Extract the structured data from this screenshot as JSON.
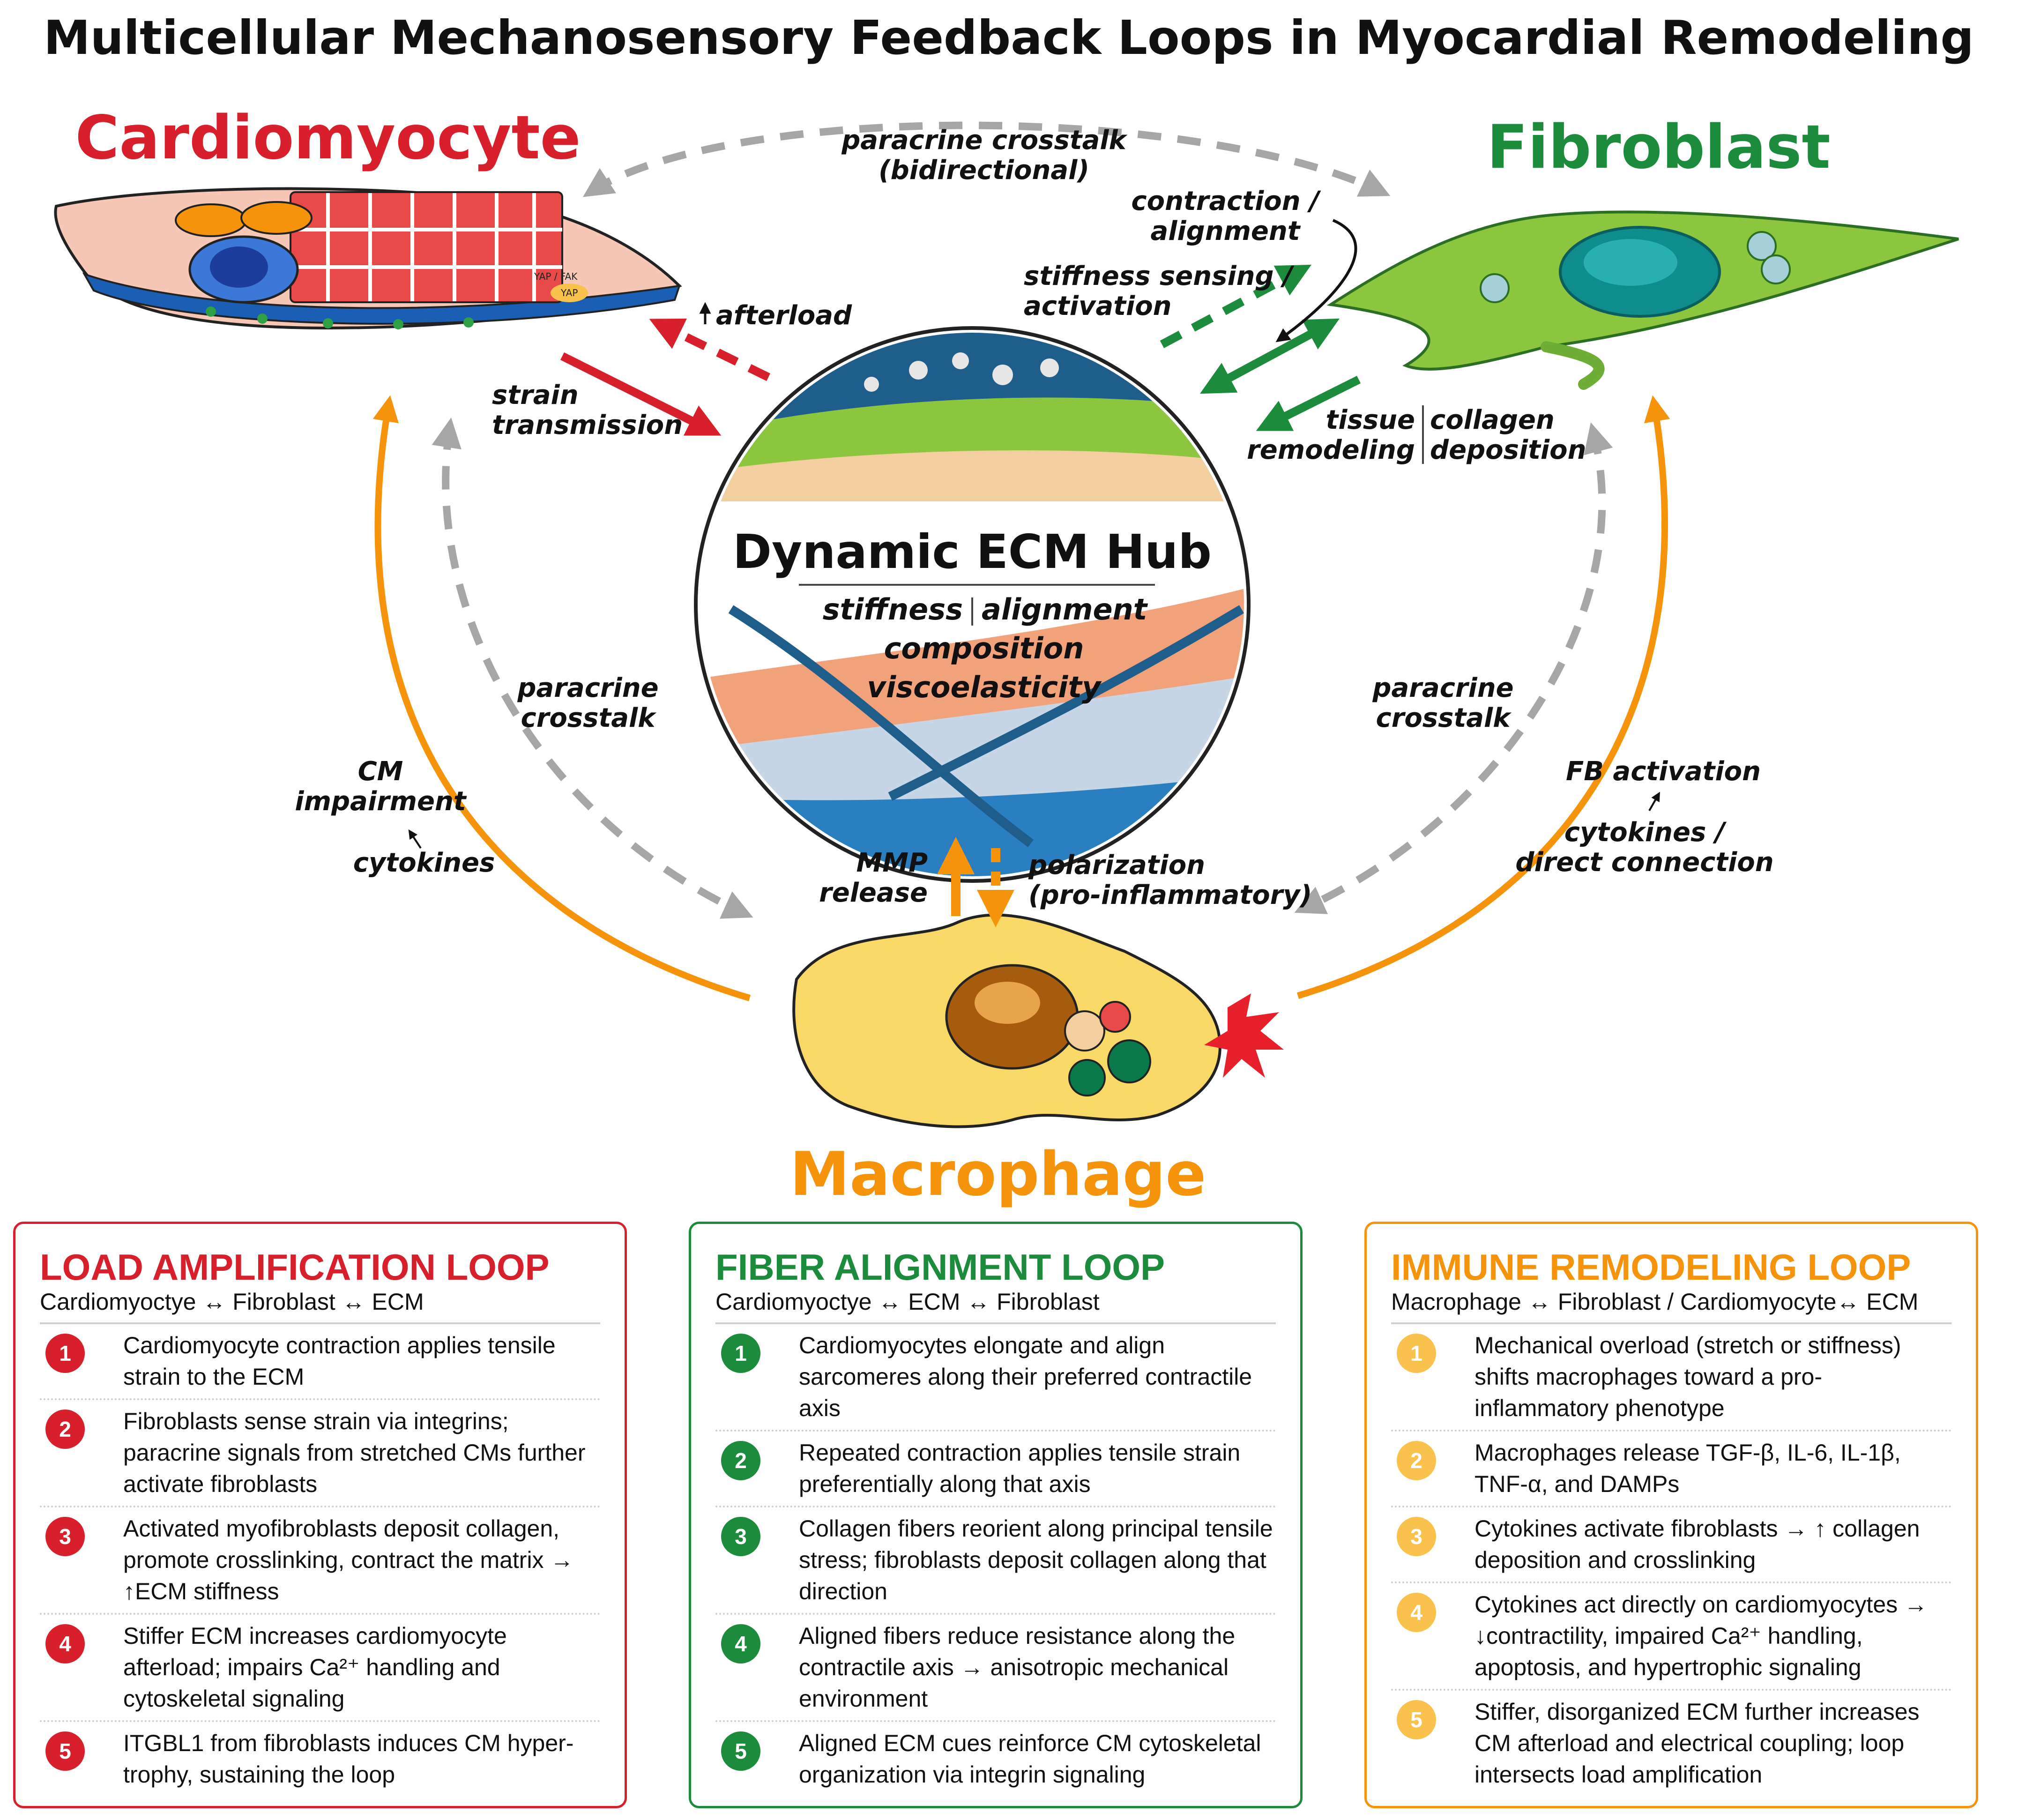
{
  "title": "Multicellular Mechanosensory Feedback Loops in Myocardial Remodeling",
  "colors": {
    "cardiomyocyte": "#d7202c",
    "fibroblast": "#1c8c3c",
    "macrophage": "#f5930a",
    "macrophage_light": "#f8c24d",
    "paracrine": "#a6a6a6"
  },
  "cells": {
    "cardiomyocyte": {
      "label": "Cardiomyocyte",
      "yap_label": "YAP / FAK",
      "yap_tag": "YAP"
    },
    "fibroblast": {
      "label": "Fibroblast"
    },
    "macrophage": {
      "label": "Macrophage"
    }
  },
  "hub": {
    "title": "Dynamic ECM Hub",
    "line1_left": "stiffness",
    "line1_right": "alignment",
    "line2": "composition",
    "line3": "viscoelasticity"
  },
  "labels": {
    "paracrine_top_1": "paracrine crosstalk",
    "paracrine_top_2": "(bidirectional)",
    "contraction_1": "contraction /",
    "contraction_2": "alignment",
    "stiffness_1": "stiffness sensing /",
    "stiffness_2": "activation",
    "afterload": "afterload",
    "strain_1": "strain",
    "strain_2": "transmission",
    "tissue_1": "tissue",
    "tissue_2": "remodeling",
    "collagen_1": "collagen",
    "collagen_2": "deposition",
    "paracrine_left_1": "paracrine",
    "paracrine_left_2": "crosstalk",
    "paracrine_right_1": "paracrine",
    "paracrine_right_2": "crosstalk",
    "cm_impairment_1": "CM",
    "cm_impairment_2": "impairment",
    "cytokines_left": "cytokines",
    "fb_activation": "FB activation",
    "cytokines_right_1": "cytokines /",
    "cytokines_right_2": "direct connection",
    "mmp_1": "MMP",
    "mmp_2": "release",
    "polarization_1": "polarization",
    "polarization_2": "(pro-inflammatory)"
  },
  "panels": [
    {
      "title": "LOAD AMPLIFICATION LOOP",
      "subtitle": "Cardiomyoctye ↔ Fibroblast ↔ ECM",
      "color": "#d7202c",
      "steps": [
        {
          "num": "1",
          "text": "Cardiomyocyte contraction applies tensile strain to the ECM"
        },
        {
          "num": "2",
          "text": "Fibroblasts sense strain via integrins; paracrine signals from stretched CMs further activate fibroblasts"
        },
        {
          "num": "3",
          "text": "Activated myofibroblasts deposit collagen, promote crosslinking, contract the matrix → ↑ECM stiffness"
        },
        {
          "num": "4",
          "text": "Stiffer ECM increases cardiomyocyte afterload; impairs Ca²⁺ handling and cytoskeletal signaling"
        },
        {
          "num": "5",
          "text": "ITGBL1 from fibroblasts induces CM hyper-trophy, sustaining the loop"
        }
      ]
    },
    {
      "title": "FIBER ALIGNMENT LOOP",
      "subtitle": "Cardiomyoctye ↔ ECM ↔ Fibroblast",
      "color": "#1c8c3c",
      "steps": [
        {
          "num": "1",
          "text": "Cardiomyocytes elongate and align sarcomeres along their preferred contractile axis"
        },
        {
          "num": "2",
          "text": "Repeated contraction applies tensile strain preferentially along that axis"
        },
        {
          "num": "3",
          "text": "Collagen fibers reorient along principal tensile stress; fibroblasts deposit collagen along that direction"
        },
        {
          "num": "4",
          "text": "Aligned fibers reduce resistance along the contractile axis → anisotropic mechanical environment"
        },
        {
          "num": "5",
          "text": "Aligned ECM cues reinforce CM cytoskeletal organization via integrin signaling"
        }
      ]
    },
    {
      "title": "IMMUNE REMODELING LOOP",
      "subtitle": "Macrophage ↔ Fibroblast / Cardiomyocyte↔ ECM",
      "color": "#f5930a",
      "badge_color": "#f8c24d",
      "steps": [
        {
          "num": "1",
          "text": "Mechanical overload (stretch or stiffness) shifts macrophages toward a pro-inflammatory phenotype"
        },
        {
          "num": "2",
          "text": "Macrophages release TGF-β, IL-6, IL-1β, TNF-α, and DAMPs"
        },
        {
          "num": "3",
          "text": "Cytokines activate fibroblasts → ↑ collagen deposition and crosslinking"
        },
        {
          "num": "4",
          "text": "Cytokines act directly on cardiomyocytes → ↓contractility, impaired Ca²⁺ handling, apoptosis, and hypertrophic signaling"
        },
        {
          "num": "5",
          "text": "Stiffer, disorganized ECM further increases CM afterload and electrical coupling; loop intersects load amplification"
        }
      ]
    }
  ]
}
